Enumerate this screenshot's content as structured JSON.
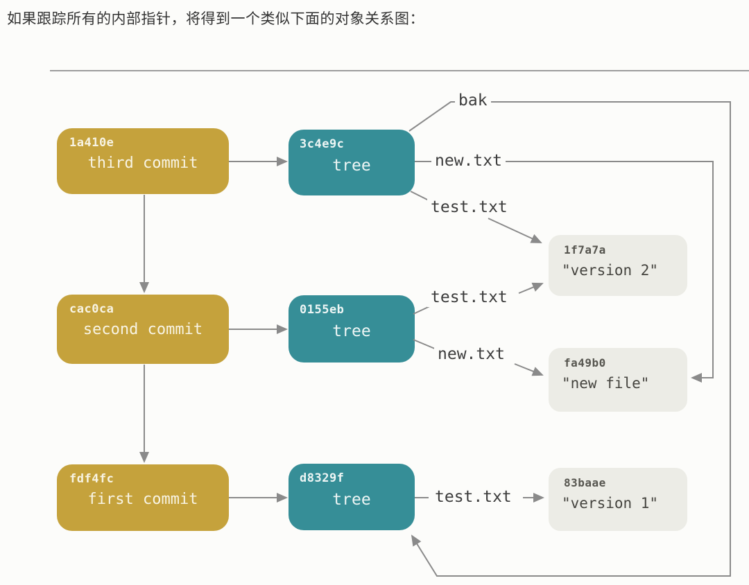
{
  "page": {
    "intro": "如果跟踪所有的内部指针，将得到一个类似下面的对象关系图："
  },
  "colors": {
    "page_bg": "#fcfcfa",
    "intro_text": "#333333",
    "separator": "#9c9c9c",
    "commit_fill": "#c5a23c",
    "commit_text": "#f8f4e4",
    "tree_fill": "#368e97",
    "tree_text": "#eef6f5",
    "blob_fill": "#ecece6",
    "blob_hash_text": "#56554f",
    "blob_text": "#45443f",
    "edge_line": "#8a8a8a",
    "edge_label_text": "#3c3c3c"
  },
  "diagram": {
    "commits": [
      {
        "hash": "1a410e",
        "label": "third commit"
      },
      {
        "hash": "cac0ca",
        "label": "second commit"
      },
      {
        "hash": "fdf4fc",
        "label": "first commit"
      }
    ],
    "trees": [
      {
        "hash": "3c4e9c",
        "label": "tree"
      },
      {
        "hash": "0155eb",
        "label": "tree"
      },
      {
        "hash": "d8329f",
        "label": "tree"
      }
    ],
    "blobs": [
      {
        "hash": "1f7a7a",
        "label": "\"version 2\""
      },
      {
        "hash": "fa49b0",
        "label": "\"new file\""
      },
      {
        "hash": "83baae",
        "label": "\"version 1\""
      }
    ],
    "edge_labels": {
      "bak": "bak",
      "new_txt_top": "new.txt",
      "test_txt_top": "test.txt",
      "test_txt_mid": "test.txt",
      "new_txt_mid": "new.txt",
      "test_txt_bottom": "test.txt"
    },
    "edges": [
      {
        "from": "commit 1a410e",
        "to": "tree 3c4e9c",
        "label": ""
      },
      {
        "from": "commit 1a410e",
        "to": "commit cac0ca",
        "label": ""
      },
      {
        "from": "commit cac0ca",
        "to": "tree 0155eb",
        "label": ""
      },
      {
        "from": "commit cac0ca",
        "to": "commit fdf4fc",
        "label": ""
      },
      {
        "from": "commit fdf4fc",
        "to": "tree d8329f",
        "label": ""
      },
      {
        "from": "tree 3c4e9c",
        "to": "tree d8329f",
        "label": "bak"
      },
      {
        "from": "tree 3c4e9c",
        "to": "blob fa49b0",
        "label": "new.txt"
      },
      {
        "from": "tree 3c4e9c",
        "to": "blob 1f7a7a",
        "label": "test.txt"
      },
      {
        "from": "tree 0155eb",
        "to": "blob 1f7a7a",
        "label": "test.txt"
      },
      {
        "from": "tree 0155eb",
        "to": "blob fa49b0",
        "label": "new.txt"
      },
      {
        "from": "tree d8329f",
        "to": "blob 83baae",
        "label": "test.txt"
      }
    ]
  }
}
